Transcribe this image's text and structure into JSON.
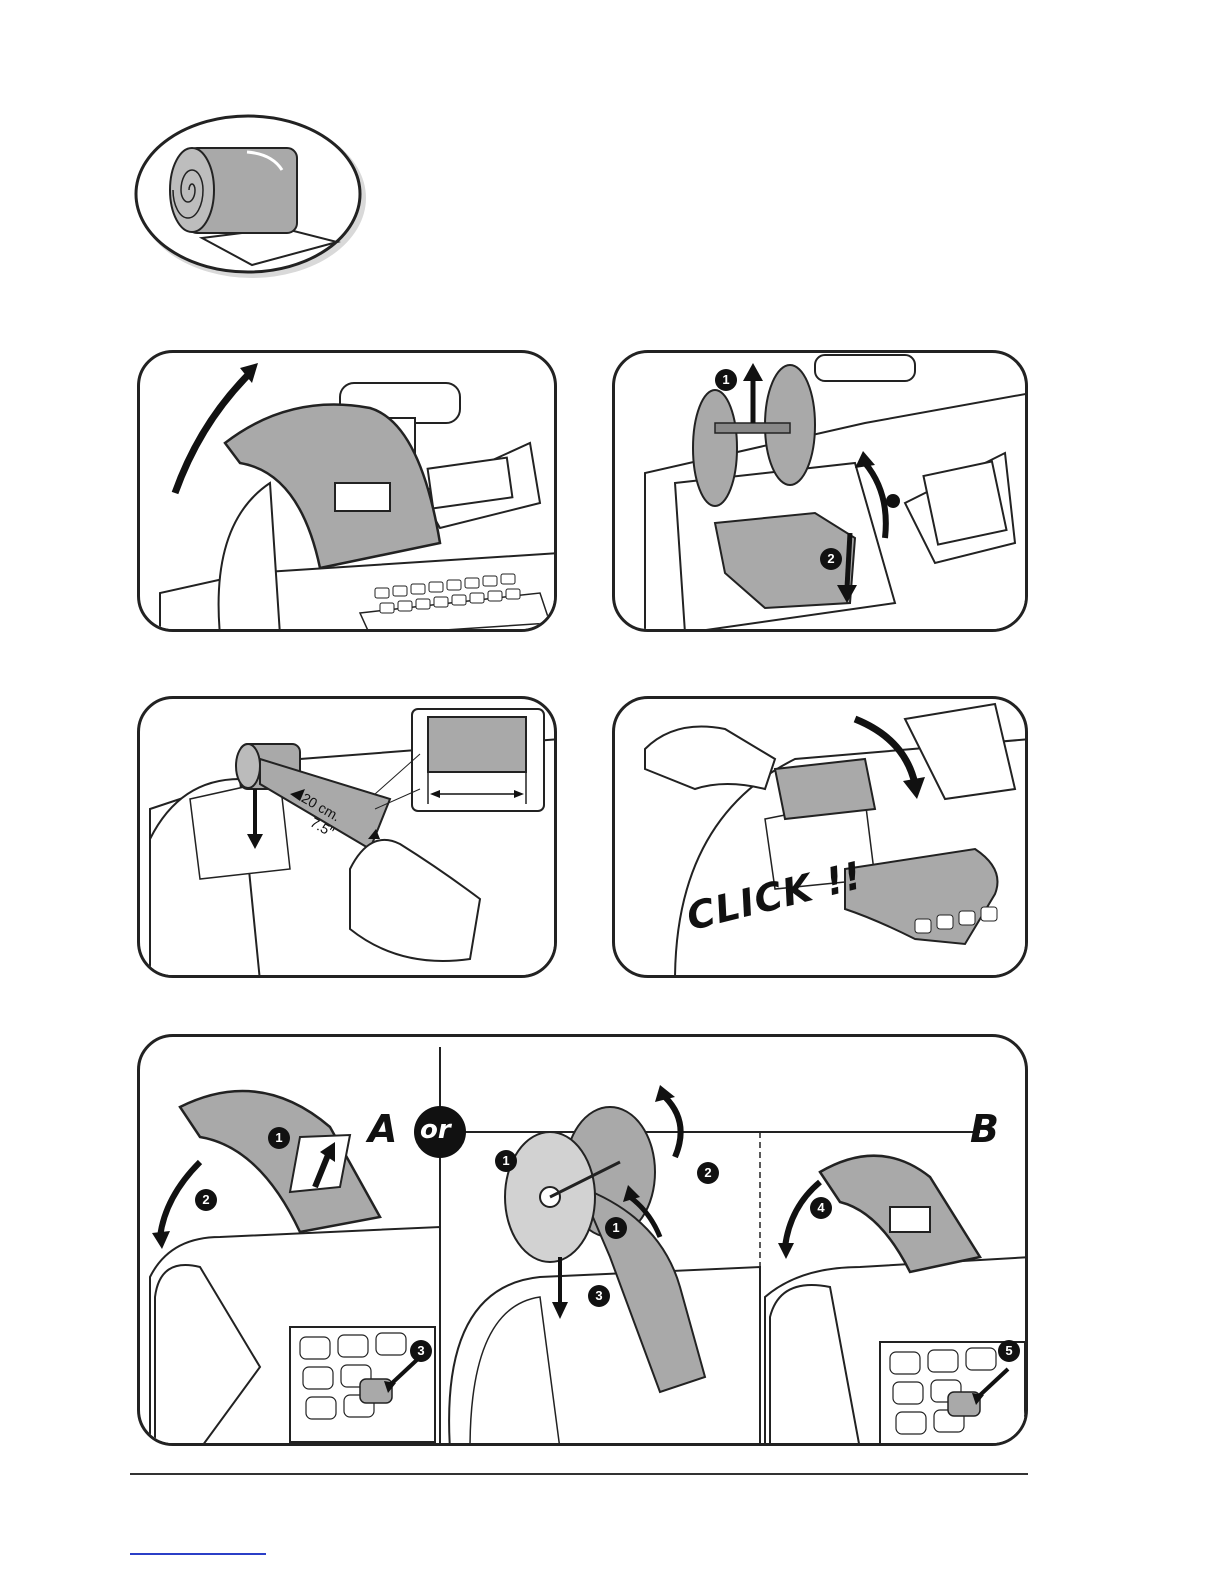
{
  "illustration": {
    "step_badges": {
      "panel2": [
        "1",
        "2"
      ],
      "panel5a": [
        "1",
        "2",
        "3"
      ],
      "panel5center": [
        "1",
        "1",
        "2",
        "3"
      ],
      "panel5b": [
        "4",
        "5"
      ]
    },
    "measure_primary": "20 cm.",
    "measure_secondary": "7.5\"",
    "click_text": "CLICK !!",
    "option_a": "A",
    "option_or": "or",
    "option_b": "B"
  },
  "colors": {
    "line": "#222222",
    "paper_gray": "#a9a9a9",
    "light_gray": "#d2d2d2",
    "link_blue": "#2b3fc7"
  }
}
